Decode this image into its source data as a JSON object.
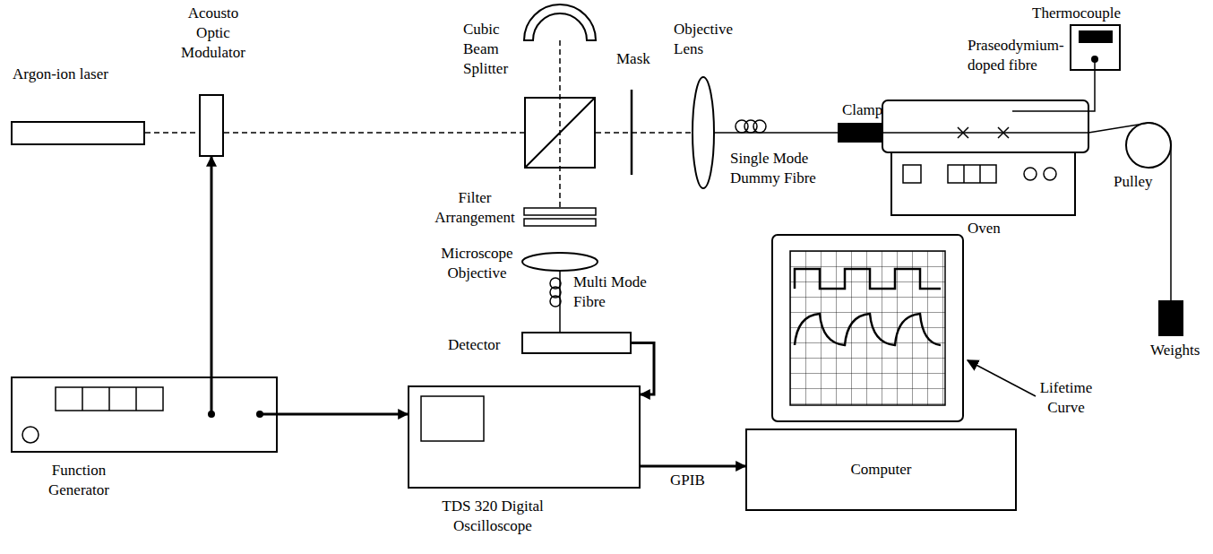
{
  "diagram": {
    "nodes": [
      {
        "text": [
          "Argon-ion laser"
        ]
      },
      {
        "text": [
          "Acousto Optic Modulator"
        ]
      },
      {
        "text": [
          "Cubic Beam Splitter"
        ]
      },
      {
        "text": [
          "Detector"
        ]
      },
      {
        "text": [
          "Function Generator"
        ]
      },
      {
        "text": [
          "TDS 320 Digital Oscilloscope"
        ]
      },
      {
        "text": [
          "Computer"
        ]
      }
    ],
    "edges": [
      {
        "from": 0,
        "to": 1,
        "arrow": "none"
      },
      {
        "from": 1,
        "to": 2,
        "arrow": "none"
      },
      {
        "from": 4,
        "to": 1,
        "arrow": "to"
      },
      {
        "from": 4,
        "to": 5,
        "arrow": "to"
      },
      {
        "from": 3,
        "to": 5,
        "arrow": "to"
      },
      {
        "from": 5,
        "to": 6,
        "label": "GPIB",
        "arrow": "to"
      }
    ],
    "labels": [
      "Mask",
      "Objective Lens",
      "Single Mode Dummy Fibre",
      "Clamp",
      "Praseodymium-doped fibre",
      "Thermocouple",
      "Oven",
      "Pulley",
      "Weights",
      "Filter Arrangement",
      "Microscope Objective",
      "Multi Mode Fibre",
      "Lifetime Curve"
    ]
  }
}
